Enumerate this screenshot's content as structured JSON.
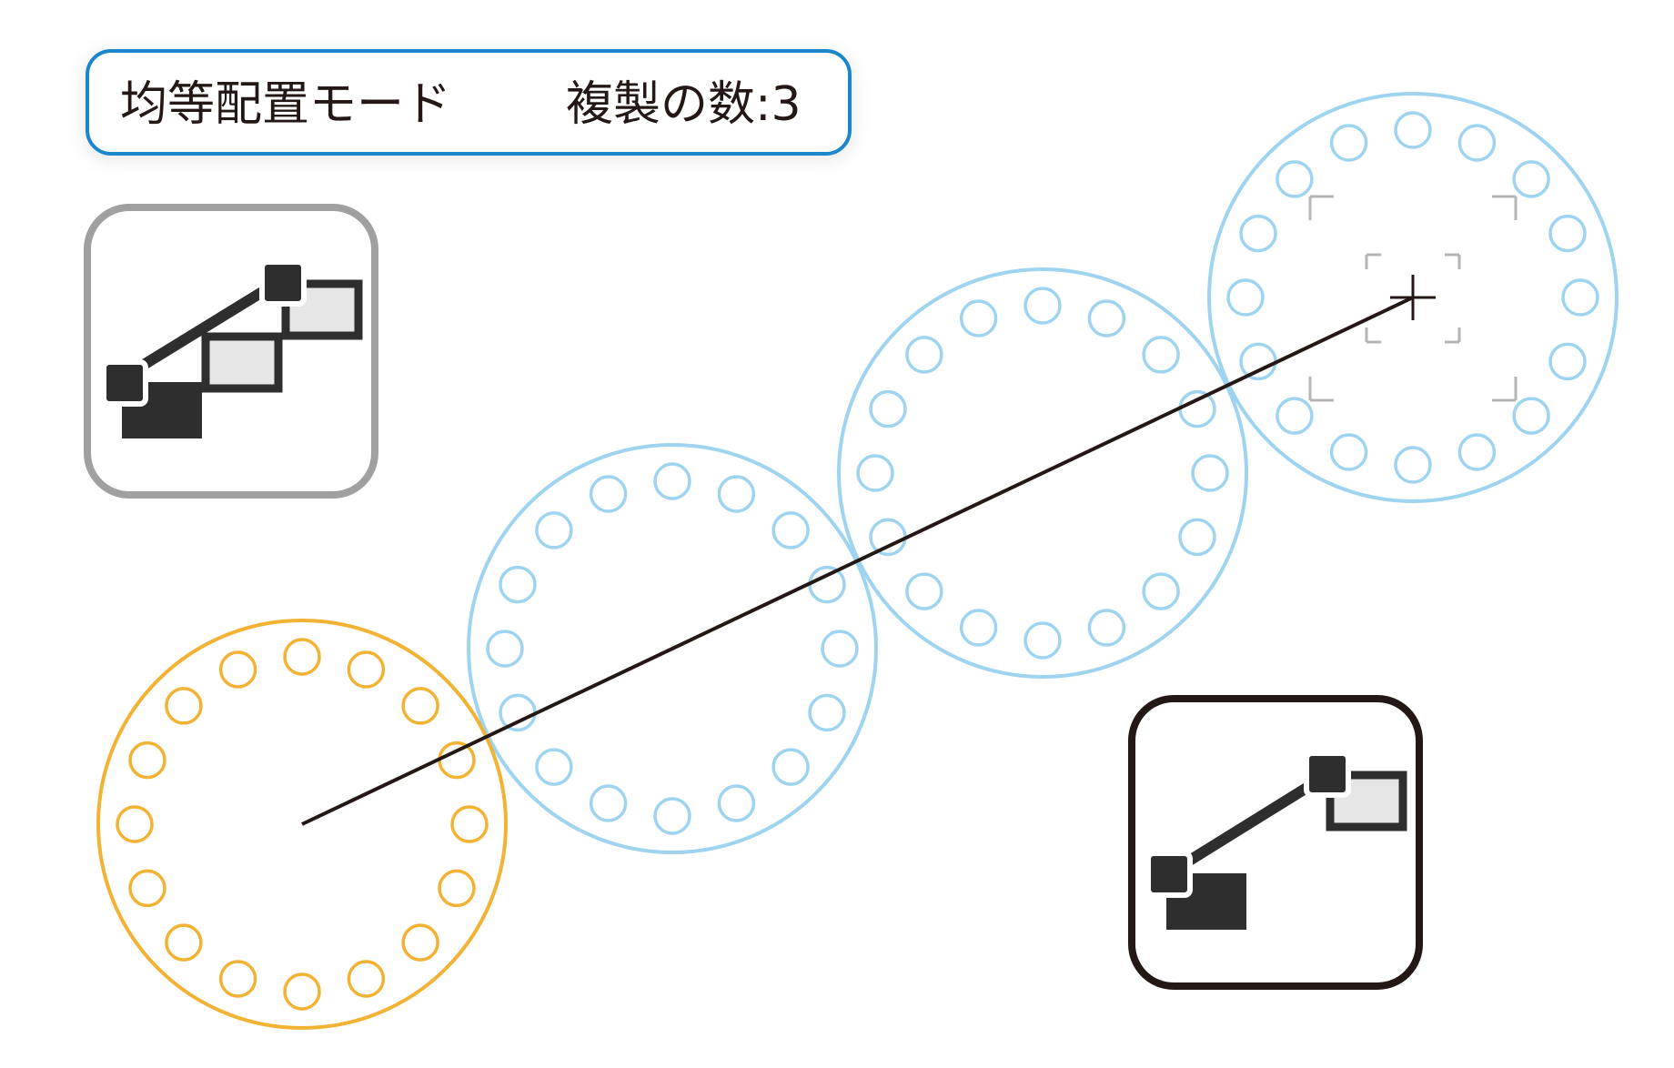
{
  "status_bar": {
    "mode_label": "均等配置モード",
    "count_label": "複製の数:3"
  },
  "colors": {
    "source_ring": "#f2b233",
    "copy_ring": "#9fd4f0",
    "status_border": "#1a86cc",
    "guide_line": "#231815",
    "icon_inactive_border": "#a0a0a0",
    "icon_active_border": "#231815",
    "icon_fill": "#2e2e2e",
    "icon_frame_fill": "#e6e6e6",
    "cursor_bracket": "#b5b5b5"
  },
  "diagram": {
    "copy_count": 3,
    "small_circles_per_ring": 16
  },
  "icons": {
    "mode_icon_left": "distribute-evenly-icon",
    "mode_icon_right": "distribute-endpoints-icon",
    "cursor": "crosshair-icon"
  }
}
